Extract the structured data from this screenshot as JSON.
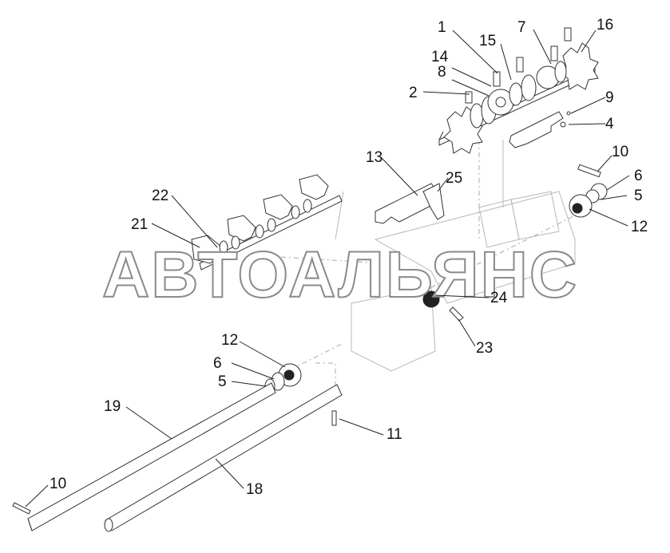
{
  "watermark": "АВТОАЛЬЯНС",
  "callouts": [
    {
      "id": "c1",
      "text": "1"
    },
    {
      "id": "c2",
      "text": "2"
    },
    {
      "id": "c4",
      "text": "4"
    },
    {
      "id": "c5a",
      "text": "5"
    },
    {
      "id": "c5b",
      "text": "5"
    },
    {
      "id": "c6a",
      "text": "6"
    },
    {
      "id": "c6b",
      "text": "6"
    },
    {
      "id": "c7",
      "text": "7"
    },
    {
      "id": "c8",
      "text": "8"
    },
    {
      "id": "c9",
      "text": "9"
    },
    {
      "id": "c10a",
      "text": "10"
    },
    {
      "id": "c10b",
      "text": "10"
    },
    {
      "id": "c11",
      "text": "11"
    },
    {
      "id": "c12a",
      "text": "12"
    },
    {
      "id": "c12b",
      "text": "12"
    },
    {
      "id": "c13",
      "text": "13"
    },
    {
      "id": "c14",
      "text": "14"
    },
    {
      "id": "c15",
      "text": "15"
    },
    {
      "id": "c16",
      "text": "16"
    },
    {
      "id": "c18",
      "text": "18"
    },
    {
      "id": "c19",
      "text": "19"
    },
    {
      "id": "c21",
      "text": "21"
    },
    {
      "id": "c22",
      "text": "22"
    },
    {
      "id": "c23",
      "text": "23"
    },
    {
      "id": "c24",
      "text": "24"
    },
    {
      "id": "c25",
      "text": "25"
    }
  ]
}
